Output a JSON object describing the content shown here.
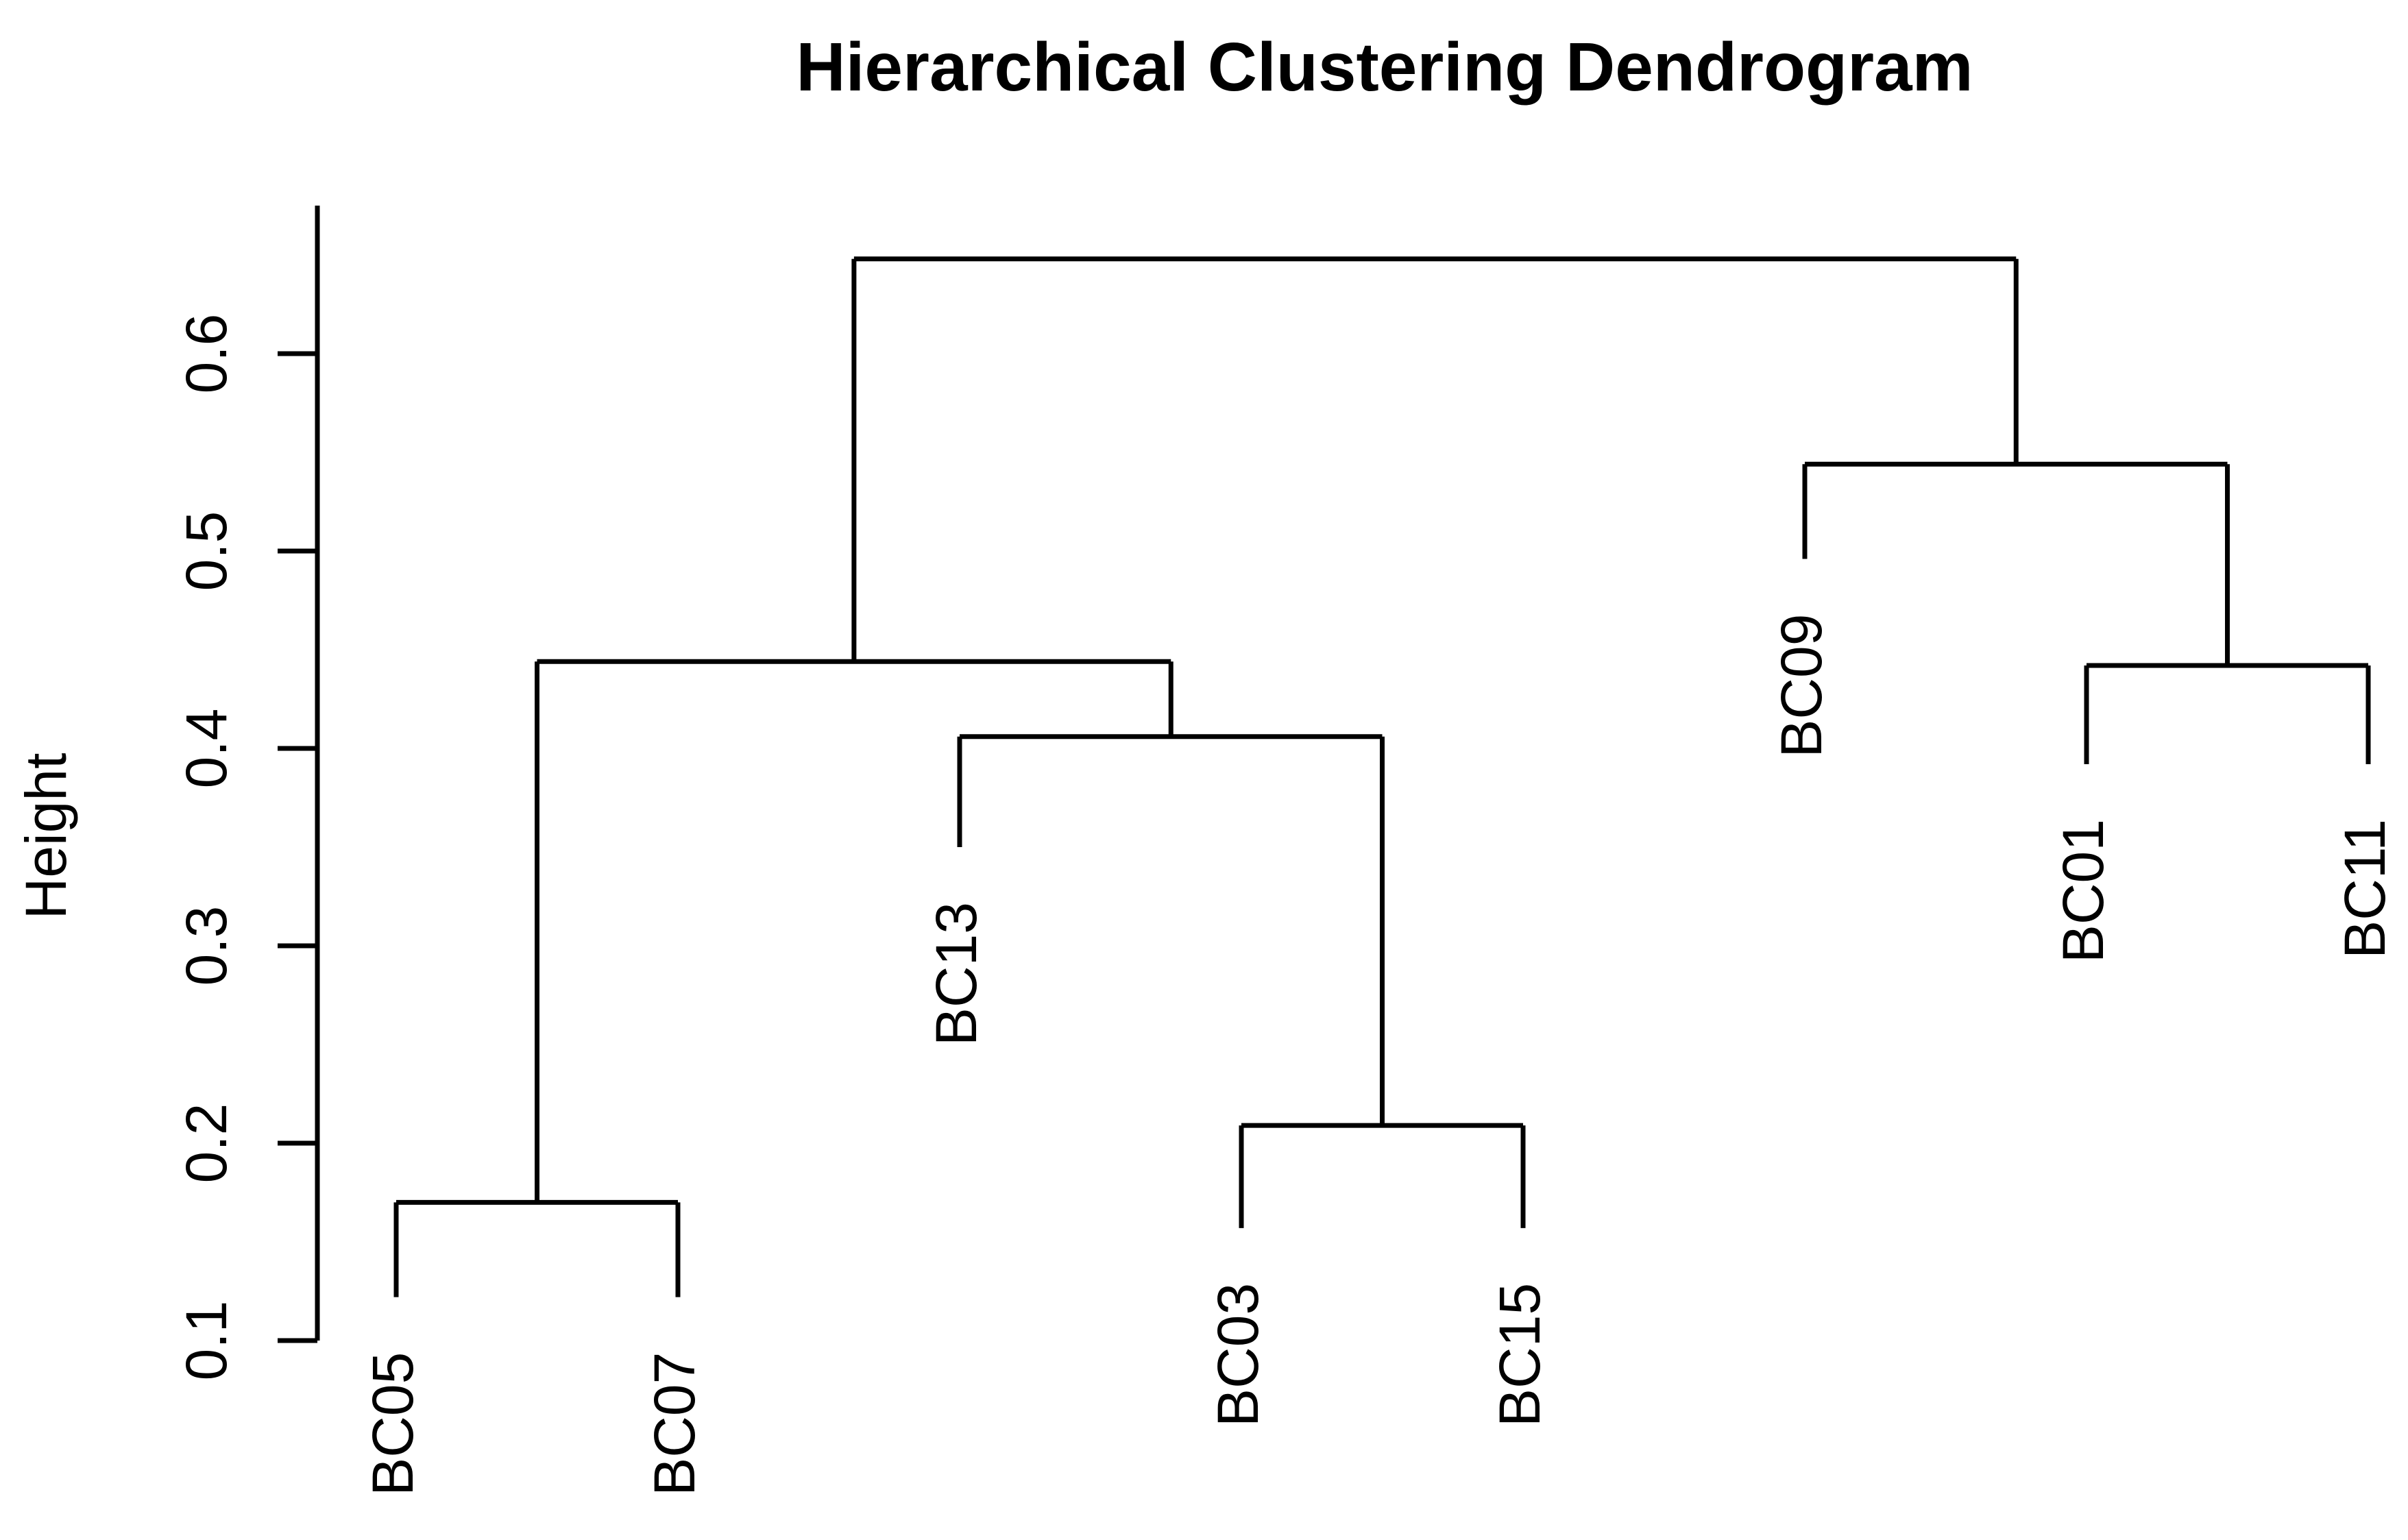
{
  "page": {
    "background_color": "#ffffff",
    "line_color": "#000000",
    "text_color": "#000000"
  },
  "chart_data": {
    "type": "dendrogram",
    "title": "Hierarchical Clustering Dendrogram",
    "ylabel": "Height",
    "xlabel": "",
    "grid": false,
    "legend": null,
    "axis_range": {
      "min": 0.1,
      "max": 0.675
    },
    "yticks": [
      {
        "value": 0.1,
        "label": "0.1"
      },
      {
        "value": 0.2,
        "label": "0.2"
      },
      {
        "value": 0.3,
        "label": "0.3"
      },
      {
        "value": 0.4,
        "label": "0.4"
      },
      {
        "value": 0.5,
        "label": "0.5"
      },
      {
        "value": 0.6,
        "label": "0.6"
      }
    ],
    "leaf_order": [
      "BC05",
      "BC07",
      "BC13",
      "BC03",
      "BC15",
      "BC09",
      "BC01",
      "BC11"
    ],
    "merge_heights": {
      "BC05+BC07": 0.17,
      "BC03+BC15": 0.209,
      "BC13+(BC03,BC15)": 0.406,
      "(BC05,BC07)+(BC13,BC03,BC15)": 0.444,
      "BC01+BC11": 0.442,
      "BC09+(BC01,BC11)": 0.544,
      "root": 0.648
    },
    "tree": {
      "height": 0.648,
      "children": [
        {
          "height": 0.444,
          "children": [
            {
              "height": 0.17,
              "children": [
                {
                  "leaf": "BC05",
                  "stem_bottom": 0.122
                },
                {
                  "leaf": "BC07",
                  "stem_bottom": 0.122
                }
              ]
            },
            {
              "height": 0.406,
              "children": [
                {
                  "leaf": "BC13",
                  "stem_bottom": 0.35
                },
                {
                  "height": 0.209,
                  "children": [
                    {
                      "leaf": "BC03",
                      "stem_bottom": 0.157
                    },
                    {
                      "leaf": "BC15",
                      "stem_bottom": 0.157
                    }
                  ]
                }
              ]
            }
          ]
        },
        {
          "height": 0.544,
          "children": [
            {
              "leaf": "BC09",
              "stem_bottom": 0.496
            },
            {
              "height": 0.442,
              "children": [
                {
                  "leaf": "BC01",
                  "stem_bottom": 0.392
                },
                {
                  "leaf": "BC11",
                  "stem_bottom": 0.392
                }
              ]
            }
          ]
        }
      ]
    }
  }
}
